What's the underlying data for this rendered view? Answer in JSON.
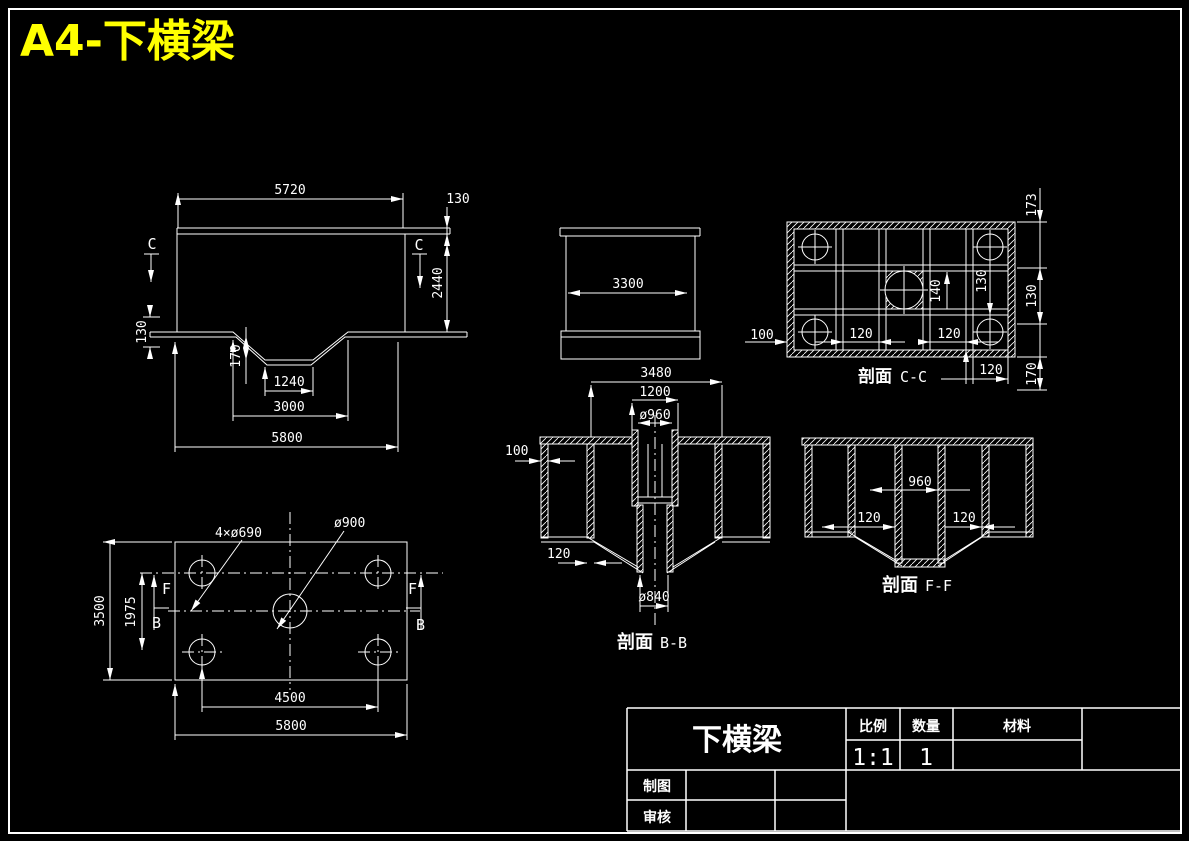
{
  "page": {
    "title": "A4-下横梁"
  },
  "colors": {
    "background": "#000000",
    "line": "#FFFFFF",
    "title": "#FFFF00"
  },
  "front_view": {
    "dim_span_top": "5720",
    "dim_flange": "130",
    "dim_height": "2440",
    "section_left": "C",
    "section_right": "C",
    "dim_edge": "130",
    "dim_notch_depth": "170",
    "dim_notch_bottom": "1240",
    "dim_notch_top": "3000",
    "dim_span_bottom": "5800"
  },
  "side_view": {
    "dim_width": "3300"
  },
  "section_cc": {
    "label_cn": "剖面",
    "label_code": "C-C",
    "dim_173": "173",
    "dim_130_outer": "130",
    "dim_170": "170",
    "dim_140": "140",
    "dim_130_inner": "130",
    "dim_100": "100",
    "dim_120_a": "120",
    "dim_120_b": "120",
    "dim_120_c": "120"
  },
  "section_bb": {
    "label_cn": "剖面",
    "label_code": "B-B",
    "dim_3480": "3480",
    "dim_1200": "1200",
    "dim_960": "ø960",
    "dim_100": "100",
    "dim_120": "120",
    "dim_840": "ø840"
  },
  "section_ff": {
    "label_cn": "剖面",
    "label_code": "F-F",
    "dim_960": "960",
    "dim_120_l": "120",
    "dim_120_r": "120"
  },
  "plan_view": {
    "callout_corner_holes": "4×ø690",
    "callout_center_hole": "ø900",
    "dim_height": "3500",
    "dim_rows": "1975",
    "dim_holes_span": "4500",
    "dim_width": "5800",
    "mark_f_left": "F",
    "mark_b_left": "B",
    "mark_f_right": "F",
    "mark_b_right": "B"
  },
  "title_block": {
    "part_name": "下横梁",
    "scale_label": "比例",
    "scale_value": "1:1",
    "quantity_label": "数量",
    "quantity_value": "1",
    "material_label": "材料",
    "material_value": "",
    "drafter_label": "制图",
    "checker_label": "审核"
  }
}
